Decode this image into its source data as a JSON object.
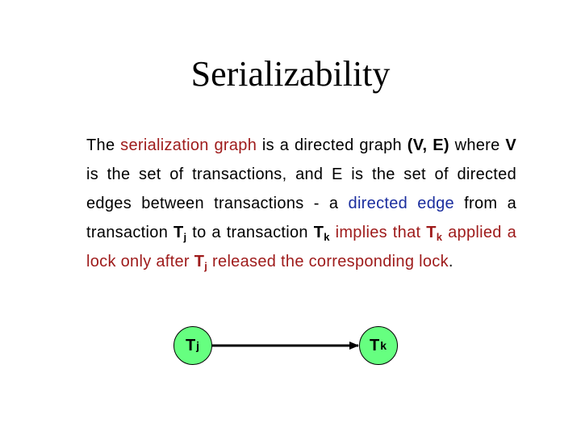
{
  "title": "Serializability",
  "paragraph": {
    "s1": "The ",
    "s2": "serialization graph",
    "s3": " is a directed graph ",
    "s4": "(V, E)",
    "s5": " where ",
    "s6": "V",
    "s7": " is the set of transactions, and E is the set of directed edges between transactions - a ",
    "s8": "directed edge",
    "s9": " from a transaction ",
    "t1": "T",
    "t1sub": "j",
    "s10": " to a transaction ",
    "t2": "T",
    "t2sub": "k",
    "s11": " implies that ",
    "t3": "T",
    "t3sub": "k",
    "s12": " applied a lock only after ",
    "t4": "T",
    "t4sub": "j",
    "s13": " released the corresponding lock",
    "s14": "."
  },
  "graph": {
    "node_from": {
      "label": "T",
      "sub": "j"
    },
    "node_to": {
      "label": "T",
      "sub": "k"
    }
  },
  "colors": {
    "accent_red": "#9e1a1a",
    "accent_blue": "#1a2d9e",
    "node_fill": "#66ff80"
  }
}
